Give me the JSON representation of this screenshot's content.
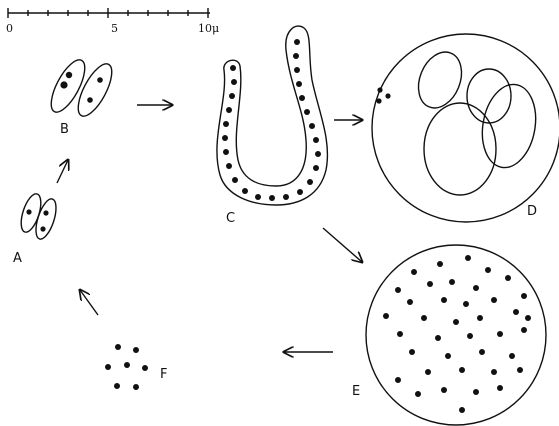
{
  "scale_bar": {
    "tick_labels": [
      "0",
      "5",
      "10μ"
    ]
  },
  "stages": {
    "A": "A",
    "B": "B",
    "C": "C",
    "D": "D",
    "E": "E",
    "F": "F"
  },
  "colors": {
    "ink": "#111111",
    "background": "#ffffff"
  },
  "arrows": [
    {
      "from": "A",
      "to": "B"
    },
    {
      "from": "B",
      "to": "C"
    },
    {
      "from": "C",
      "to": "D"
    },
    {
      "from": "C",
      "to": "E"
    },
    {
      "from": "E",
      "to": "F"
    },
    {
      "from": "F",
      "to": "A"
    }
  ]
}
